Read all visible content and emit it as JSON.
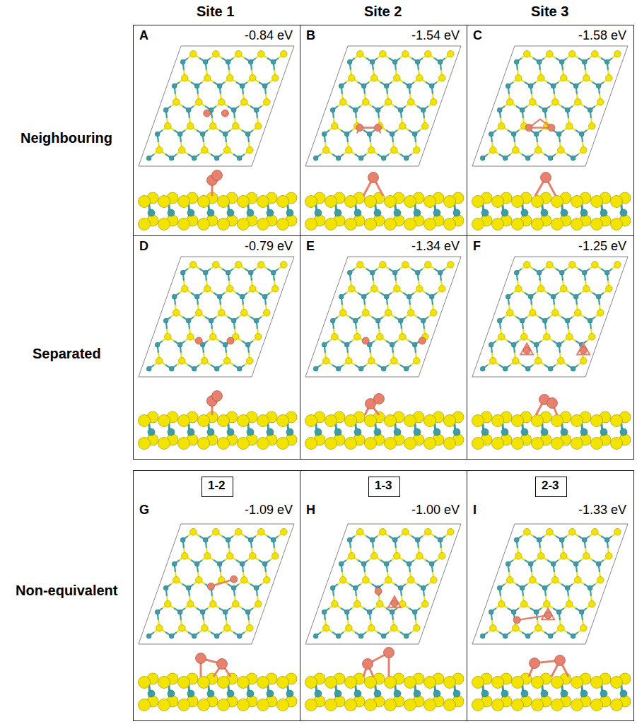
{
  "diagram": {
    "nodes": [
      {
        "text": [
          "A",
          "-0.84 eV"
        ]
      },
      {
        "text": [
          "B",
          "-1.54 eV"
        ]
      },
      {
        "text": [
          "C",
          "-1.58 eV"
        ]
      },
      {
        "text": [
          "D",
          "-0.79 eV"
        ]
      },
      {
        "text": [
          "E",
          "-1.34 eV"
        ]
      },
      {
        "text": [
          "F",
          "-1.25 eV"
        ]
      },
      {
        "text": [
          "G",
          "-1.09 eV"
        ]
      },
      {
        "text": [
          "1-2"
        ],
        "in": 6
      },
      {
        "text": [
          "H",
          "-1.00 eV"
        ]
      },
      {
        "text": [
          "1-3"
        ],
        "in": 8
      },
      {
        "text": [
          "I",
          "-1.33 eV"
        ]
      },
      {
        "text": [
          "2-3"
        ],
        "in": 10
      }
    ],
    "labels": [
      "Site 1",
      "Site 2",
      "Site 3",
      "Neighbouring",
      "Separated",
      "Non-equivalent"
    ]
  }
}
